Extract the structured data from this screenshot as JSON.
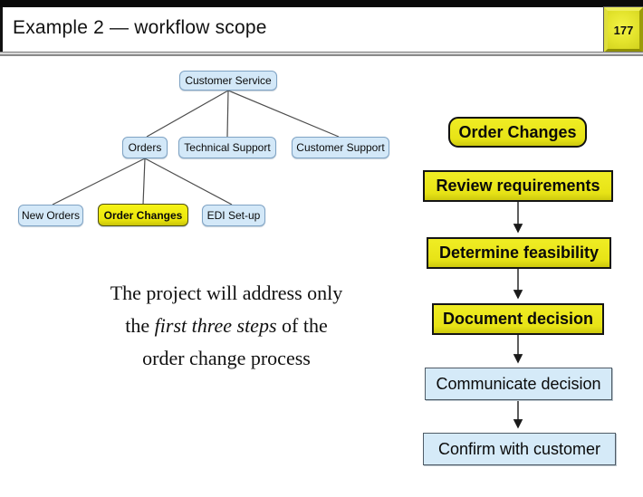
{
  "header": {
    "title": "Example 2 — workflow scope",
    "page_number": "177"
  },
  "org_chart": {
    "nodes": [
      {
        "id": "customer-service",
        "label": "Customer Service",
        "highlight": false
      },
      {
        "id": "orders",
        "label": "Orders",
        "highlight": false
      },
      {
        "id": "technical-support",
        "label": "Technical Support",
        "highlight": false
      },
      {
        "id": "customer-support",
        "label": "Customer Support",
        "highlight": false
      },
      {
        "id": "new-orders",
        "label": "New Orders",
        "highlight": false
      },
      {
        "id": "order-changes",
        "label": "Order Changes",
        "highlight": true
      },
      {
        "id": "edi-setup",
        "label": "EDI Set-up",
        "highlight": false
      }
    ]
  },
  "note": {
    "line1": "The project will address only",
    "line2_pre": "the ",
    "line2_italic": "first three steps",
    "line2_post": " of the",
    "line3": "order change process"
  },
  "flow": {
    "title": "Order Changes",
    "steps": [
      {
        "label": "Review requirements",
        "in_scope": true
      },
      {
        "label": "Determine feasibility",
        "in_scope": true
      },
      {
        "label": "Document decision",
        "in_scope": true
      },
      {
        "label": "Communicate decision",
        "in_scope": false
      },
      {
        "label": "Confirm with customer",
        "in_scope": false
      }
    ]
  },
  "colors": {
    "highlight_yellow": "#e9e616",
    "node_blue": "#d5eaf8",
    "badge_yellow": "#e3e32c",
    "line_gray": "#4d4d4d"
  }
}
